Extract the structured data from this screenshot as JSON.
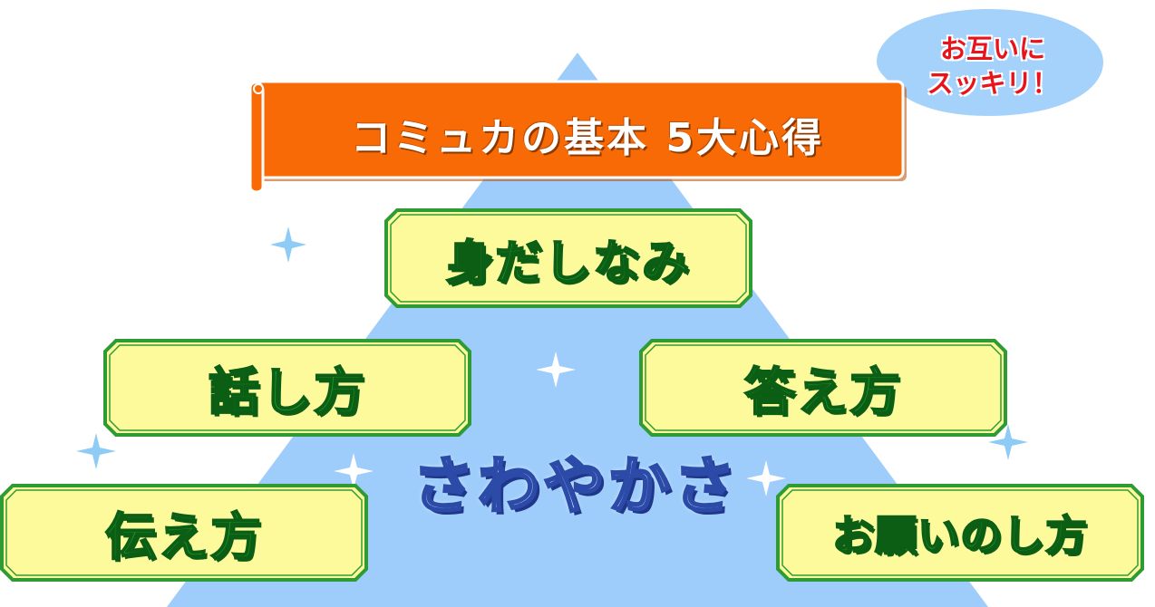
{
  "title": "コミュカの基本 5大心得",
  "bubble": {
    "line1": "お互いに",
    "line2": "スッキリ！"
  },
  "center_word": "さわやかさ",
  "items": [
    {
      "label": "身だしなみ"
    },
    {
      "label": "話し方"
    },
    {
      "label": "答え方"
    },
    {
      "label": "伝え方"
    },
    {
      "label": "お願いのし方"
    }
  ],
  "colors": {
    "pyramid": "#9ecdfb",
    "banner": "#f76a05",
    "box_fill": "#fdfa9c",
    "box_border": "#2f9b34",
    "label_text": "#1e9a2a",
    "bubble": "#a4d2fa",
    "bubble_text": "#e8141c",
    "sparkle": "#8ecbf5"
  }
}
